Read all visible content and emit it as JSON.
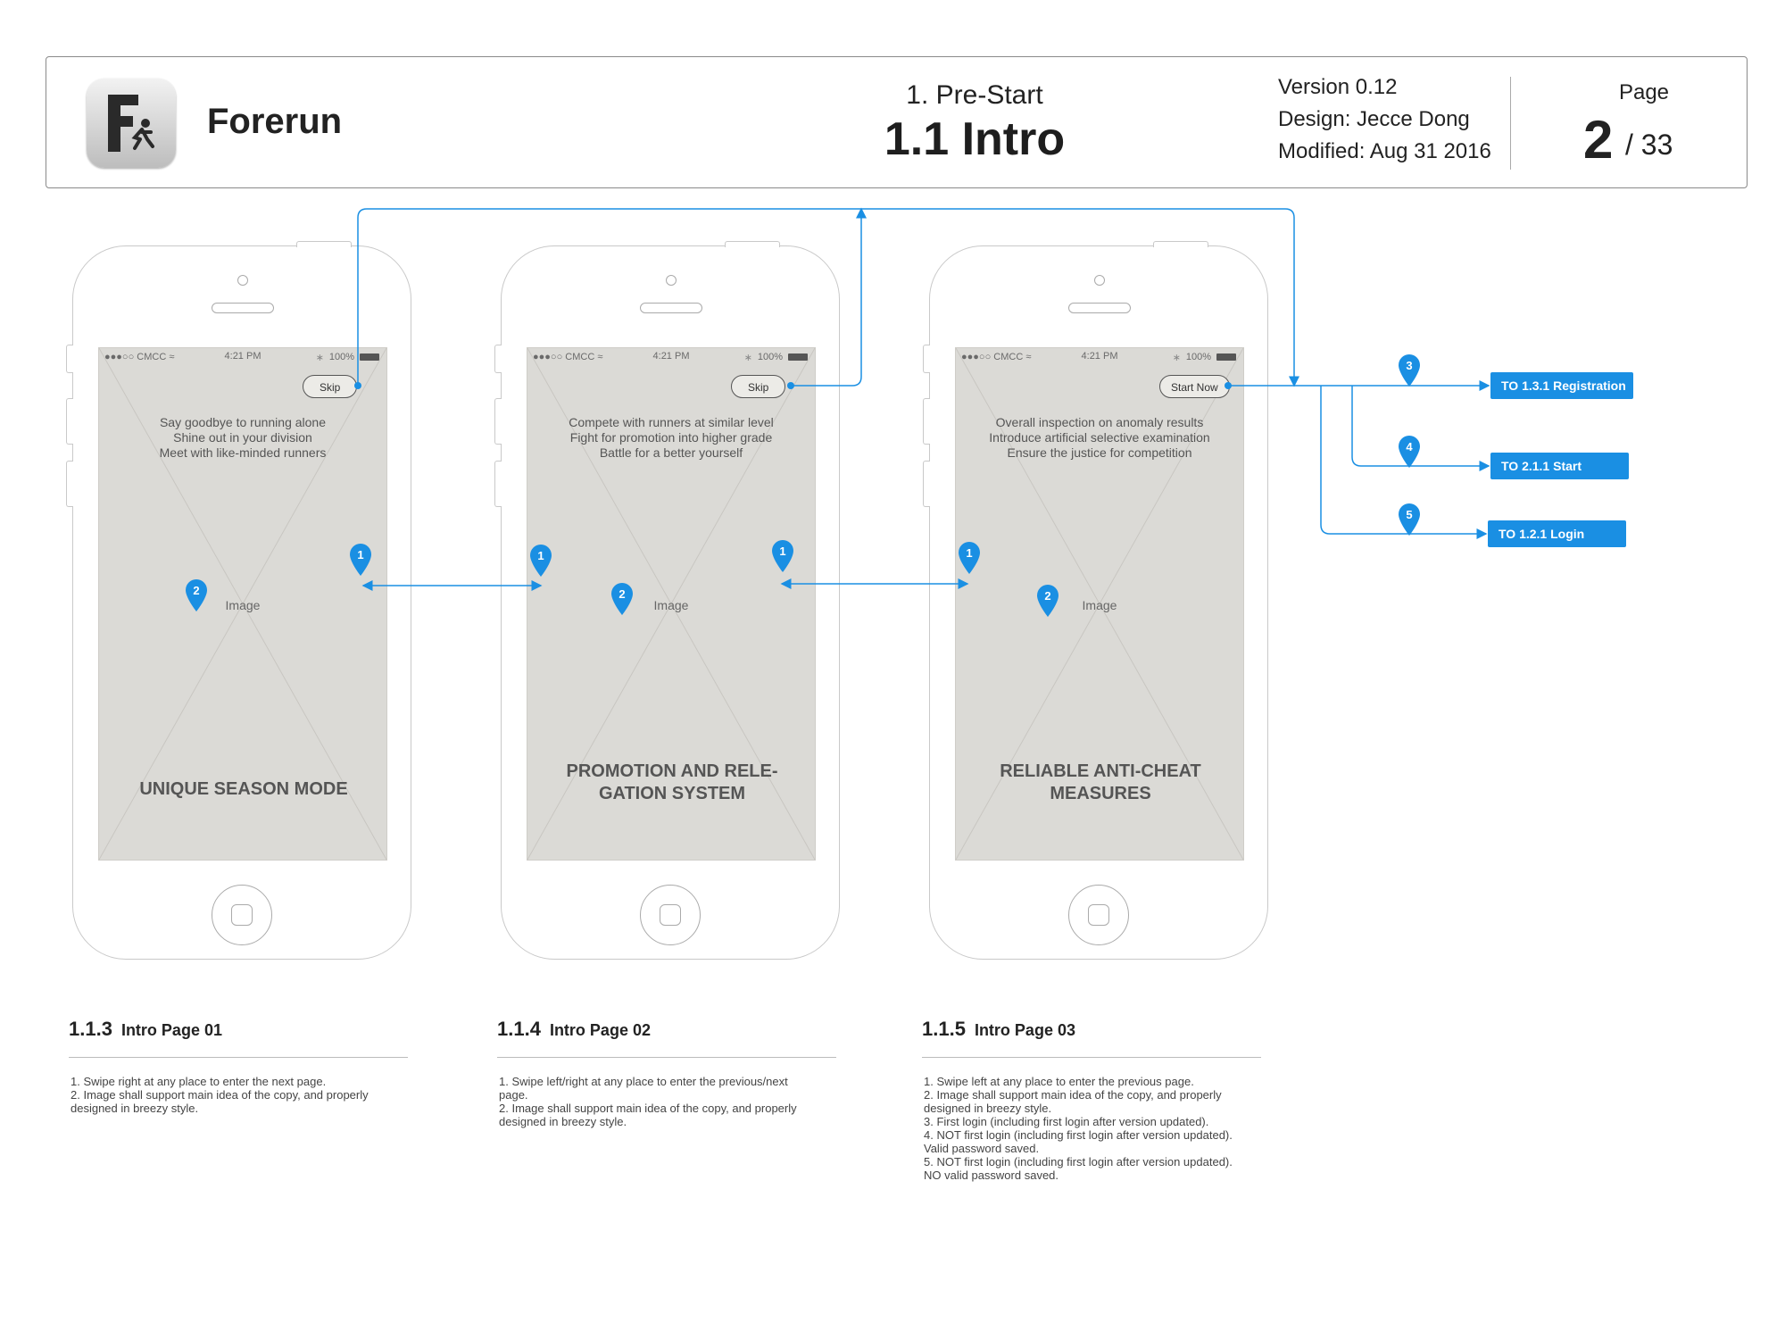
{
  "header": {
    "app_name": "Forerun",
    "section": "1. Pre-Start",
    "title": "1.1 Intro",
    "version": "Version 0.12",
    "design": "Design: Jecce Dong",
    "modified": "Modified: Aug 31 2016",
    "page_label": "Page",
    "page_number": "2",
    "page_total": "/ 33"
  },
  "colors": {
    "accent": "#1a8fe3",
    "screen": "#dbdad6"
  },
  "status_bar": {
    "carrier": "●●●○○ CMCC ≈",
    "time": "4:21 PM",
    "battery": "100%"
  },
  "screens": [
    {
      "button": "Skip",
      "copy": [
        "Say goodbye to running alone",
        "Shine out in your division",
        "Meet with like-minded runners"
      ],
      "image_label": "Image",
      "heading": "UNIQUE SEASON MODE"
    },
    {
      "button": "Skip",
      "copy": [
        "Compete with runners at similar level",
        "Fight for promotion into higher grade",
        "Battle for a better yourself"
      ],
      "image_label": "Image",
      "heading": "PROMOTION AND RELE-GATION SYSTEM"
    },
    {
      "button": "Start Now",
      "copy": [
        "Overall inspection on anomaly results",
        "Introduce artificial selective examination",
        "Ensure the justice for competition"
      ],
      "image_label": "Image",
      "heading": "RELIABLE ANTI-CHEAT MEASURES"
    }
  ],
  "destinations": [
    {
      "marker": "3",
      "label": "TO 1.3.1 Registration"
    },
    {
      "marker": "4",
      "label": "TO 2.1.1 Start"
    },
    {
      "marker": "5",
      "label": "TO 1.2.1 Login"
    }
  ],
  "markers": {
    "swipe": "1",
    "image": "2"
  },
  "notes": [
    {
      "number": "1.1.3",
      "name": "Intro Page 01",
      "body": "1. Swipe right at any place to enter the next page.\n2. Image shall support main idea of the copy, and properly\ndesigned in breezy style."
    },
    {
      "number": "1.1.4",
      "name": "Intro Page 02",
      "body": "1. Swipe left/right at any place to enter the previous/next\npage.\n2. Image shall support main idea of the copy, and properly\ndesigned in breezy style."
    },
    {
      "number": "1.1.5",
      "name": "Intro Page 03",
      "body": "1. Swipe left at any place to enter the previous page.\n2. Image shall support main idea of the copy, and properly\ndesigned in breezy style.\n3. First login (including first login after version updated).\n4. NOT first login (including first login after version updated).\nValid password saved.\n5. NOT first login (including first login after version updated).\nNO valid password saved."
    }
  ]
}
